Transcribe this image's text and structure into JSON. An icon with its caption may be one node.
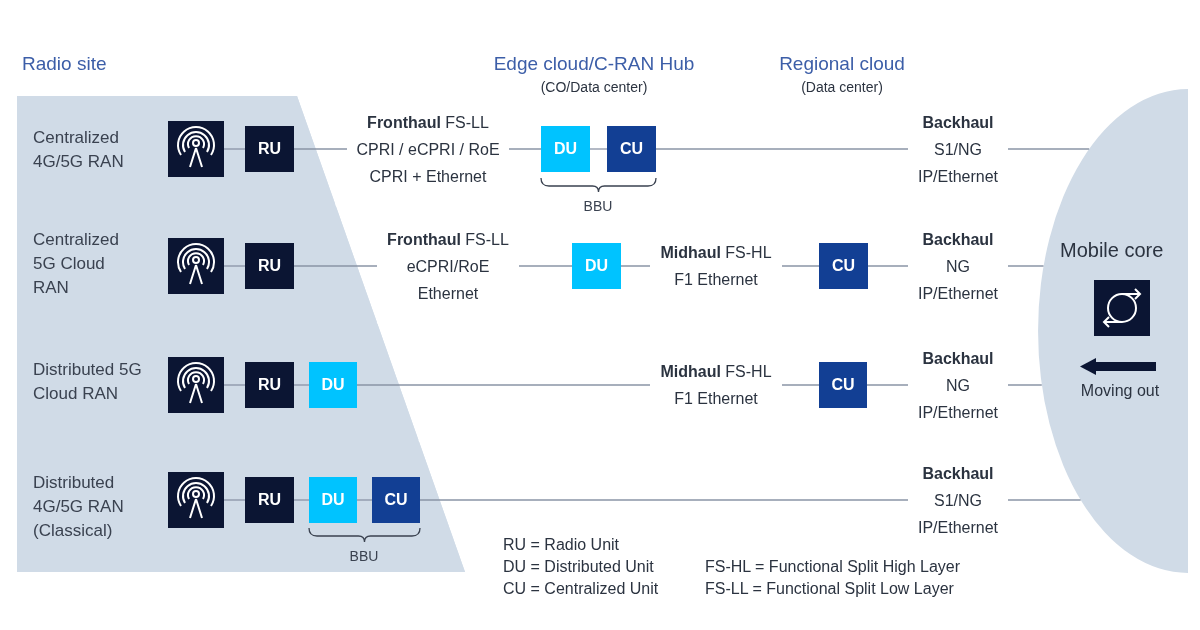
{
  "diagram": {
    "nodes": [
      {
        "text": [
          "Radio site"
        ]
      },
      {
        "text": [
          "Centralized 4G/5G RAN"
        ],
        "in": 0
      },
      {
        "text": [],
        "shape": "box",
        "in": 1
      },
      {
        "text": [
          "RU"
        ],
        "in": 1
      },
      {
        "text": [
          "DU"
        ]
      },
      {
        "text": [
          "CU"
        ]
      },
      {
        "text": [
          "Centralized 5G Cloud RAN"
        ],
        "in": 0
      },
      {
        "text": [],
        "shape": "box",
        "in": 6
      },
      {
        "text": [
          "RU"
        ],
        "in": 6
      },
      {
        "text": [
          "DU"
        ]
      },
      {
        "text": [
          "CU"
        ]
      },
      {
        "text": [
          "Distributed 5G Cloud RAN"
        ],
        "in": 0
      },
      {
        "text": [],
        "shape": "box",
        "in": 11
      },
      {
        "text": [
          "RU"
        ],
        "in": 11
      },
      {
        "text": [
          "DU"
        ],
        "in": 11
      },
      {
        "text": [
          "CU"
        ]
      },
      {
        "text": [
          "Distributed 4G/5G RAN (Classical)"
        ],
        "in": 0
      },
      {
        "text": [],
        "shape": "box",
        "in": 16
      },
      {
        "text": [
          "RU"
        ],
        "in": 16
      },
      {
        "text": [
          "DU"
        ],
        "in": 16
      },
      {
        "text": [
          "CU"
        ],
        "in": 16
      },
      {
        "text": [
          "Mobile core"
        ]
      },
      {
        "text": [],
        "shape": "box",
        "in": 21
      }
    ],
    "edges": [
      {
        "from": 2,
        "to": 3,
        "arrow": "none"
      },
      {
        "from": 3,
        "to": 4,
        "arrow": "none",
        "label": "**Fronthaul** FS-LL CPRI / eCPRI / RoE CPRI + Ethernet"
      },
      {
        "from": 4,
        "to": 5,
        "arrow": "none"
      },
      {
        "from": 5,
        "to": 21,
        "arrow": "none",
        "label": "**Backhaul** S1/NG IP/Ethernet"
      },
      {
        "from": 7,
        "to": 8,
        "arrow": "none"
      },
      {
        "from": 8,
        "to": 9,
        "arrow": "none",
        "label": "**Fronthaul** FS-LL eCPRI/RoE Ethernet"
      },
      {
        "from": 9,
        "to": 10,
        "arrow": "none",
        "label": "**Midhaul** FS-HL F1 Ethernet"
      },
      {
        "from": 10,
        "to": 21,
        "arrow": "none",
        "label": "**Backhaul** NG IP/Ethernet"
      },
      {
        "from": 12,
        "to": 13,
        "arrow": "none"
      },
      {
        "from": 13,
        "to": 14,
        "arrow": "none"
      },
      {
        "from": 14,
        "to": 15,
        "arrow": "none",
        "label": "**Midhaul** FS-HL F1 Ethernet"
      },
      {
        "from": 15,
        "to": 21,
        "arrow": "none",
        "label": "**Backhaul** NG IP/Ethernet"
      },
      {
        "from": 17,
        "to": 18,
        "arrow": "none"
      },
      {
        "from": 18,
        "to": 19,
        "arrow": "none"
      },
      {
        "from": 19,
        "to": 20,
        "arrow": "none"
      },
      {
        "from": 20,
        "to": 21,
        "arrow": "none",
        "label": "**Backhaul** S1/NG IP/Ethernet"
      }
    ],
    "labels": [
      "Edge cloud/C-RAN Hub",
      "(CO/Data center)",
      "Regional cloud",
      "(Data center)",
      "BBU",
      "Moving out",
      "BBU",
      "RU = Radio Unit",
      "DU = Distributed Unit",
      "FS-HL = Functional Split High Layer",
      "CU = Centralized Unit",
      "FS-LL = Functional Split Low Layer"
    ]
  }
}
